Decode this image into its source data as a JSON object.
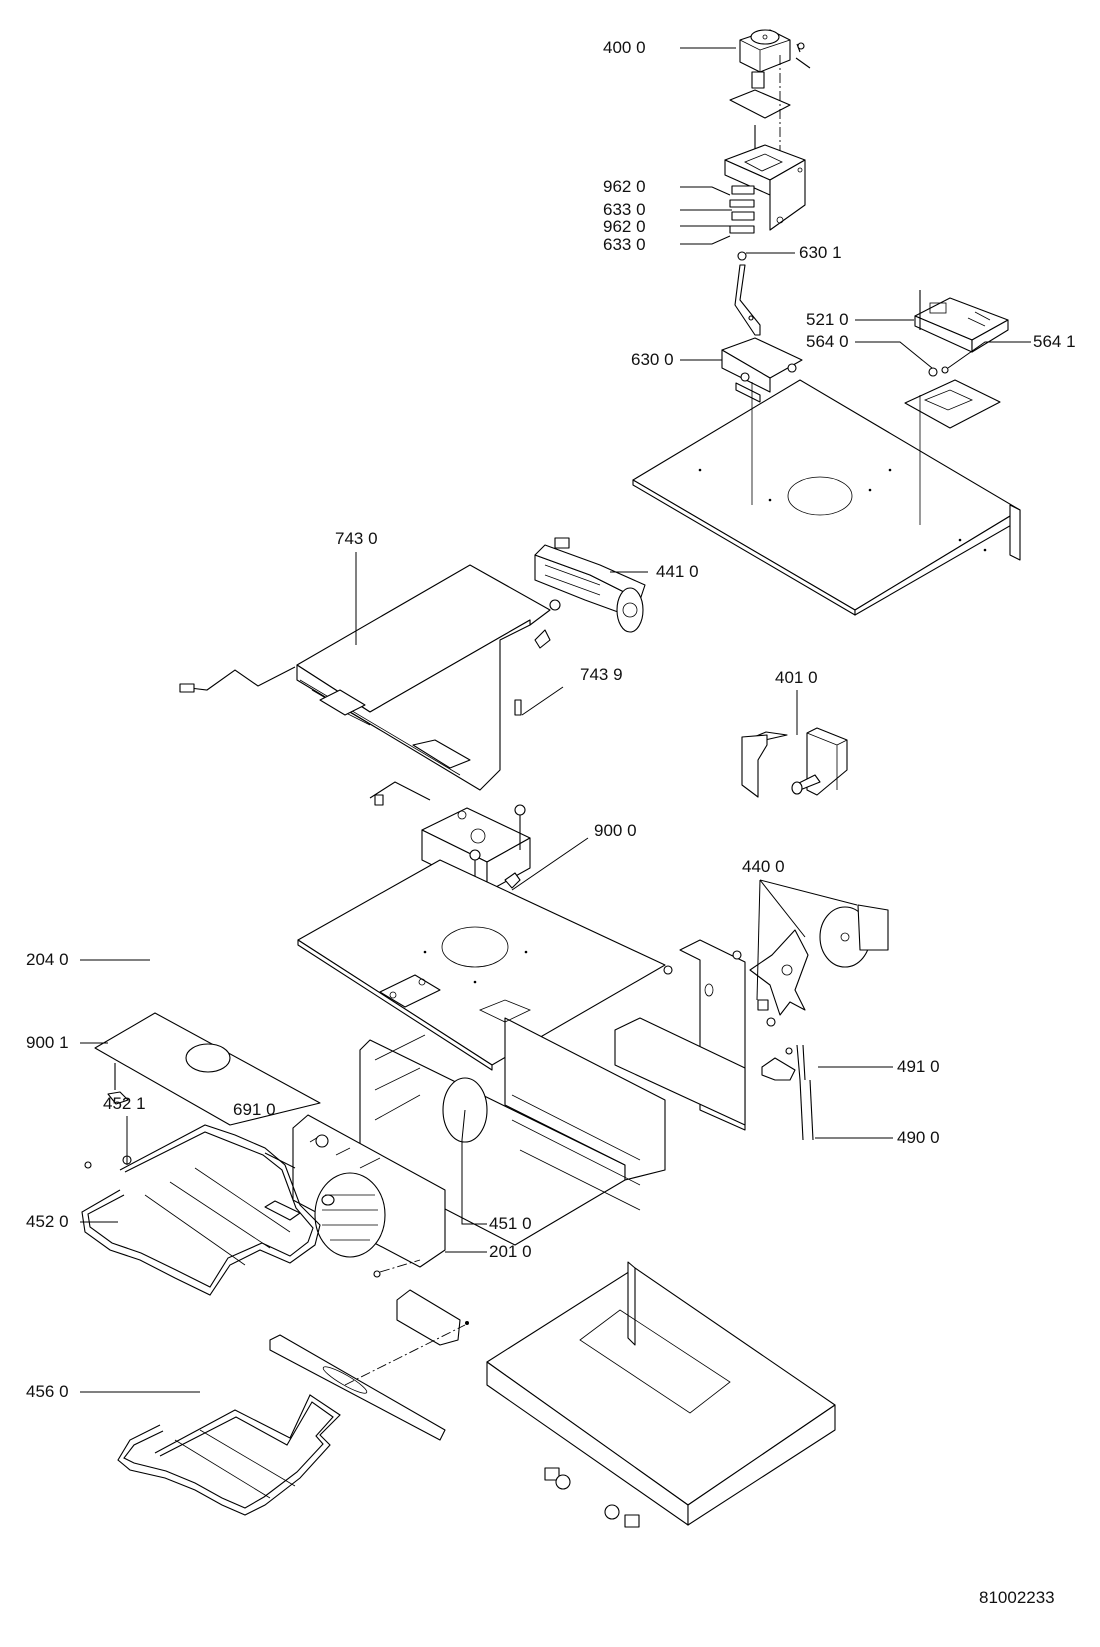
{
  "diagram": {
    "type": "exploded-parts-view",
    "subject": "oven",
    "document_number": "81002233",
    "labels": [
      {
        "id": "p4000",
        "text": "400 0"
      },
      {
        "id": "p9620a",
        "text": "962 0"
      },
      {
        "id": "p6330a",
        "text": "633 0"
      },
      {
        "id": "p9620b",
        "text": "962 0"
      },
      {
        "id": "p6330b",
        "text": "633 0"
      },
      {
        "id": "p6301",
        "text": "630 1"
      },
      {
        "id": "p5210",
        "text": "521 0"
      },
      {
        "id": "p5640",
        "text": "564 0"
      },
      {
        "id": "p5641",
        "text": "564 1"
      },
      {
        "id": "p6300",
        "text": "630 0"
      },
      {
        "id": "p7430",
        "text": "743 0"
      },
      {
        "id": "p4410",
        "text": "441 0"
      },
      {
        "id": "p7439",
        "text": "743 9"
      },
      {
        "id": "p4010",
        "text": "401 0"
      },
      {
        "id": "p9000",
        "text": "900 0"
      },
      {
        "id": "p4400",
        "text": "440 0"
      },
      {
        "id": "p2040",
        "text": "204 0"
      },
      {
        "id": "p9001",
        "text": "900 1"
      },
      {
        "id": "p4910",
        "text": "491 0"
      },
      {
        "id": "p4900",
        "text": "490 0"
      },
      {
        "id": "p4521",
        "text": "452 1"
      },
      {
        "id": "p6910",
        "text": "691 0"
      },
      {
        "id": "p4520",
        "text": "452 0"
      },
      {
        "id": "p4510",
        "text": "451 0"
      },
      {
        "id": "p2010",
        "text": "201 0"
      },
      {
        "id": "p4560",
        "text": "456 0"
      }
    ]
  }
}
